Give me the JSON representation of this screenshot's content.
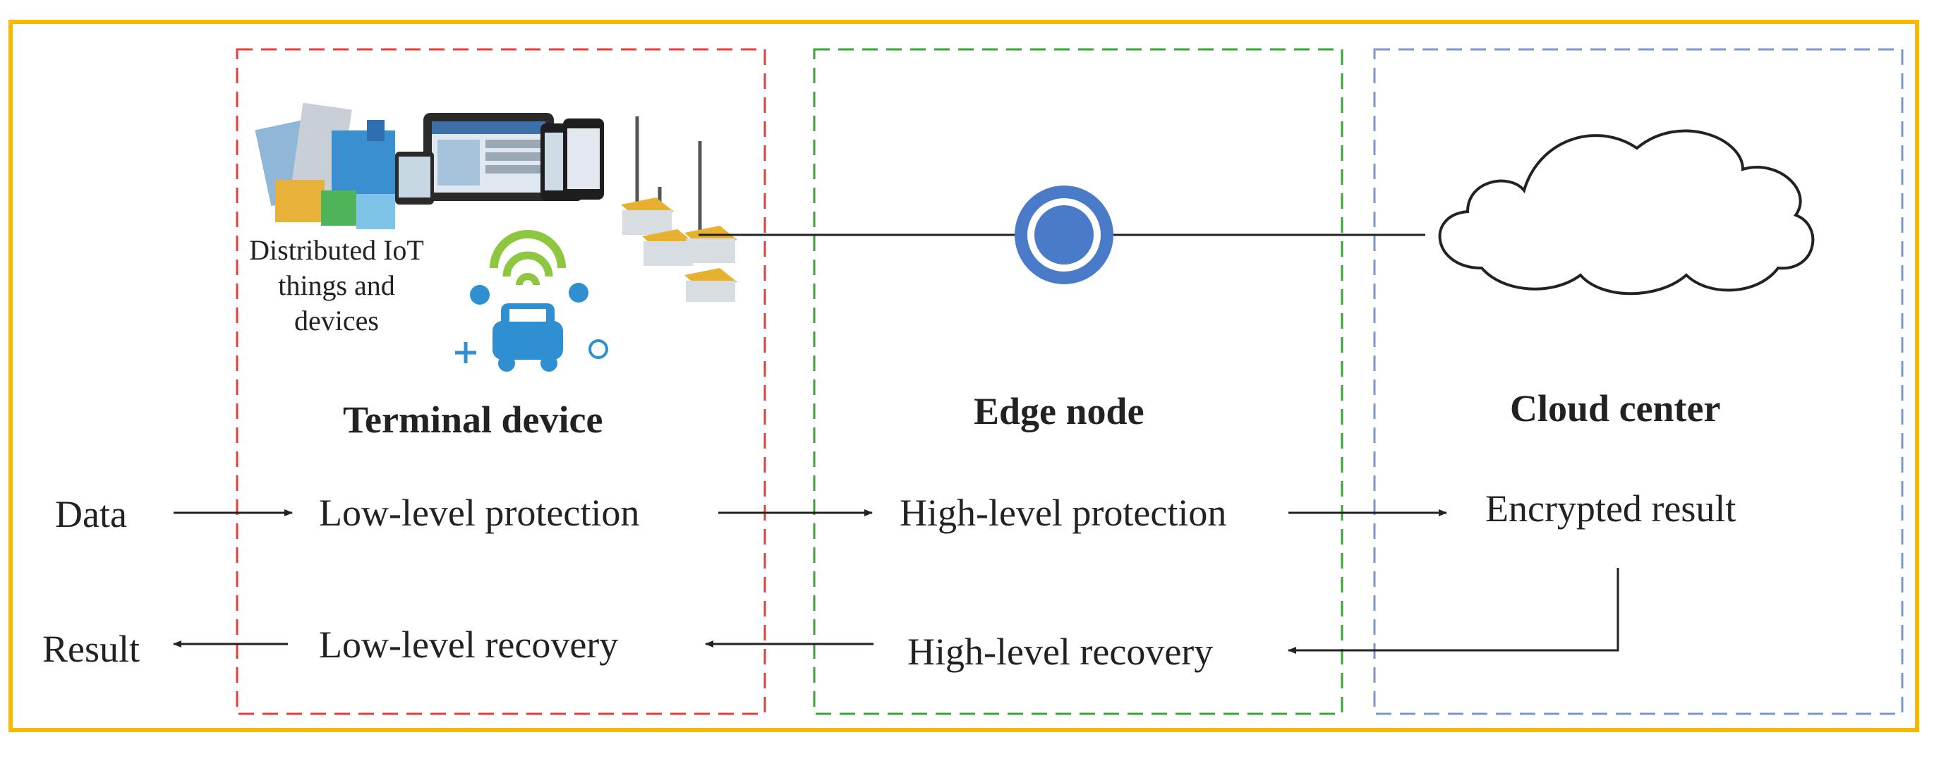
{
  "colors": {
    "frame": "#f5b900",
    "terminal_border": "#e0403c",
    "edge_border": "#3aa33a",
    "cloud_border": "#7b96c8",
    "node": "#4a7bc8"
  },
  "terminal": {
    "title": "Terminal device",
    "caption": "Distributed IoT things and devices",
    "icons": [
      "building-blocks-icon",
      "tablet-phone-icon",
      "sensor-antenna-icon",
      "wifi-car-icon"
    ]
  },
  "edge": {
    "title": "Edge node"
  },
  "cloud": {
    "title": "Cloud center"
  },
  "flow": {
    "data": "Data",
    "low_protection": "Low-level protection",
    "high_protection": "High-level protection",
    "encrypted_result": "Encrypted result",
    "high_recovery": "High-level recovery",
    "low_recovery": "Low-level recovery",
    "result": "Result"
  }
}
